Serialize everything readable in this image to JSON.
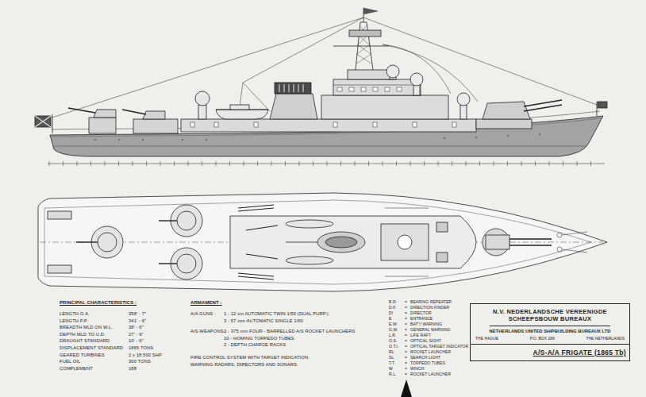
{
  "diagram": {
    "nodes": [
      {
        "text": [
          "N.V. NEDERLANDSCHE VEREENIGDE SCHEEPSBOUW BUREAUX",
          "NETHERLANDS UNITED SHIPBUILDING BUREAUX LTD",
          "THE HAGUE",
          "P.O. BOX 289",
          "THE NETHERLANDS"
        ]
      },
      {
        "text": [
          "A/S-A/A FRIGATE (1865 Tb)"
        ],
        "in": 0
      }
    ],
    "labels": [
      "PRINCIPAL CHARACTERISTICS :",
      "LENGTH O.A.",
      "358' - 7\"",
      "LENGTH P.P.",
      "341' - 6\"",
      "BREADTH MLD ON W.L.",
      "38' - 6\"",
      "DEPTH MLD TO U.D.",
      "27' - 9\"",
      "DRAUGHT STANDARD",
      "10' - 6\"",
      "DISPLACEMENT STANDARD",
      "1865 TONS",
      "GEARED TURBINES",
      "2 x 18.500 SHP",
      "FUEL OIL",
      "300 TONS",
      "COMPLEMENT",
      "188",
      "ARMAMENT :",
      "A/A GUNS :",
      "1 - 12 cm AUTOMATIC TWIN 1/50 (DUAL PURP.)",
      "3 - 57 mm AUTOMATIC SINGLE 1/60",
      "A/S WEAPONS :",
      "2 - 375 mm FOUR - BARRELLED A/S ROCKET LAUNCHERS",
      "10 - HOMING TORPEDO TUBES",
      "2 - DEPTH CHARGE RACKS",
      "FIRE CONTROL SYSTEM WITH TARGET INDICATION.",
      "WARNING RADARS, DIRECTORS AND SONARS.",
      "B.R.",
      "=",
      "BEARING REPEATER",
      "D.F.",
      "=",
      "DIRECTION FINDER",
      "DI",
      "=",
      "DIRECTOR",
      "E",
      "=",
      "ENTRANCE",
      "E.W.",
      "=",
      "BAT'Y WARNING",
      "G.W.",
      "=",
      "GENERAL WARNING",
      "L.R.",
      "=",
      "LIFE RAFT",
      "O.S.",
      "=",
      "OPTICAL SIGHT",
      "O.T.I.",
      "=",
      "OPTICAL TARGET INDICATOR",
      "RL",
      "=",
      "ROCKET LAUNCHER",
      "SL",
      "=",
      "SEARCH LIGHT",
      "T.T.",
      "=",
      "TORPEDO TUBES",
      "W",
      "=",
      "WINCH",
      "R.L.",
      "=",
      "ROCKET LAUNCHER"
    ]
  }
}
